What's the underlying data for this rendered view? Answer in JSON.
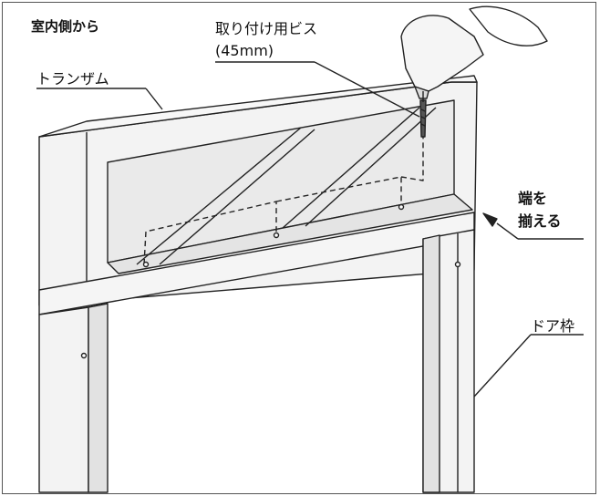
{
  "labels": {
    "view_from": "室内側から",
    "screw_line1": "取り付け用ビス",
    "screw_line2": "(45mm)",
    "transom": "トランザム",
    "align_line1": "端を",
    "align_line2": "揃える",
    "door_frame": "ドア枠"
  },
  "colors": {
    "frame_front": "#f3f3f3",
    "frame_side": "#e2e2e2",
    "glass": "#eaeaea",
    "line": "#222222"
  }
}
